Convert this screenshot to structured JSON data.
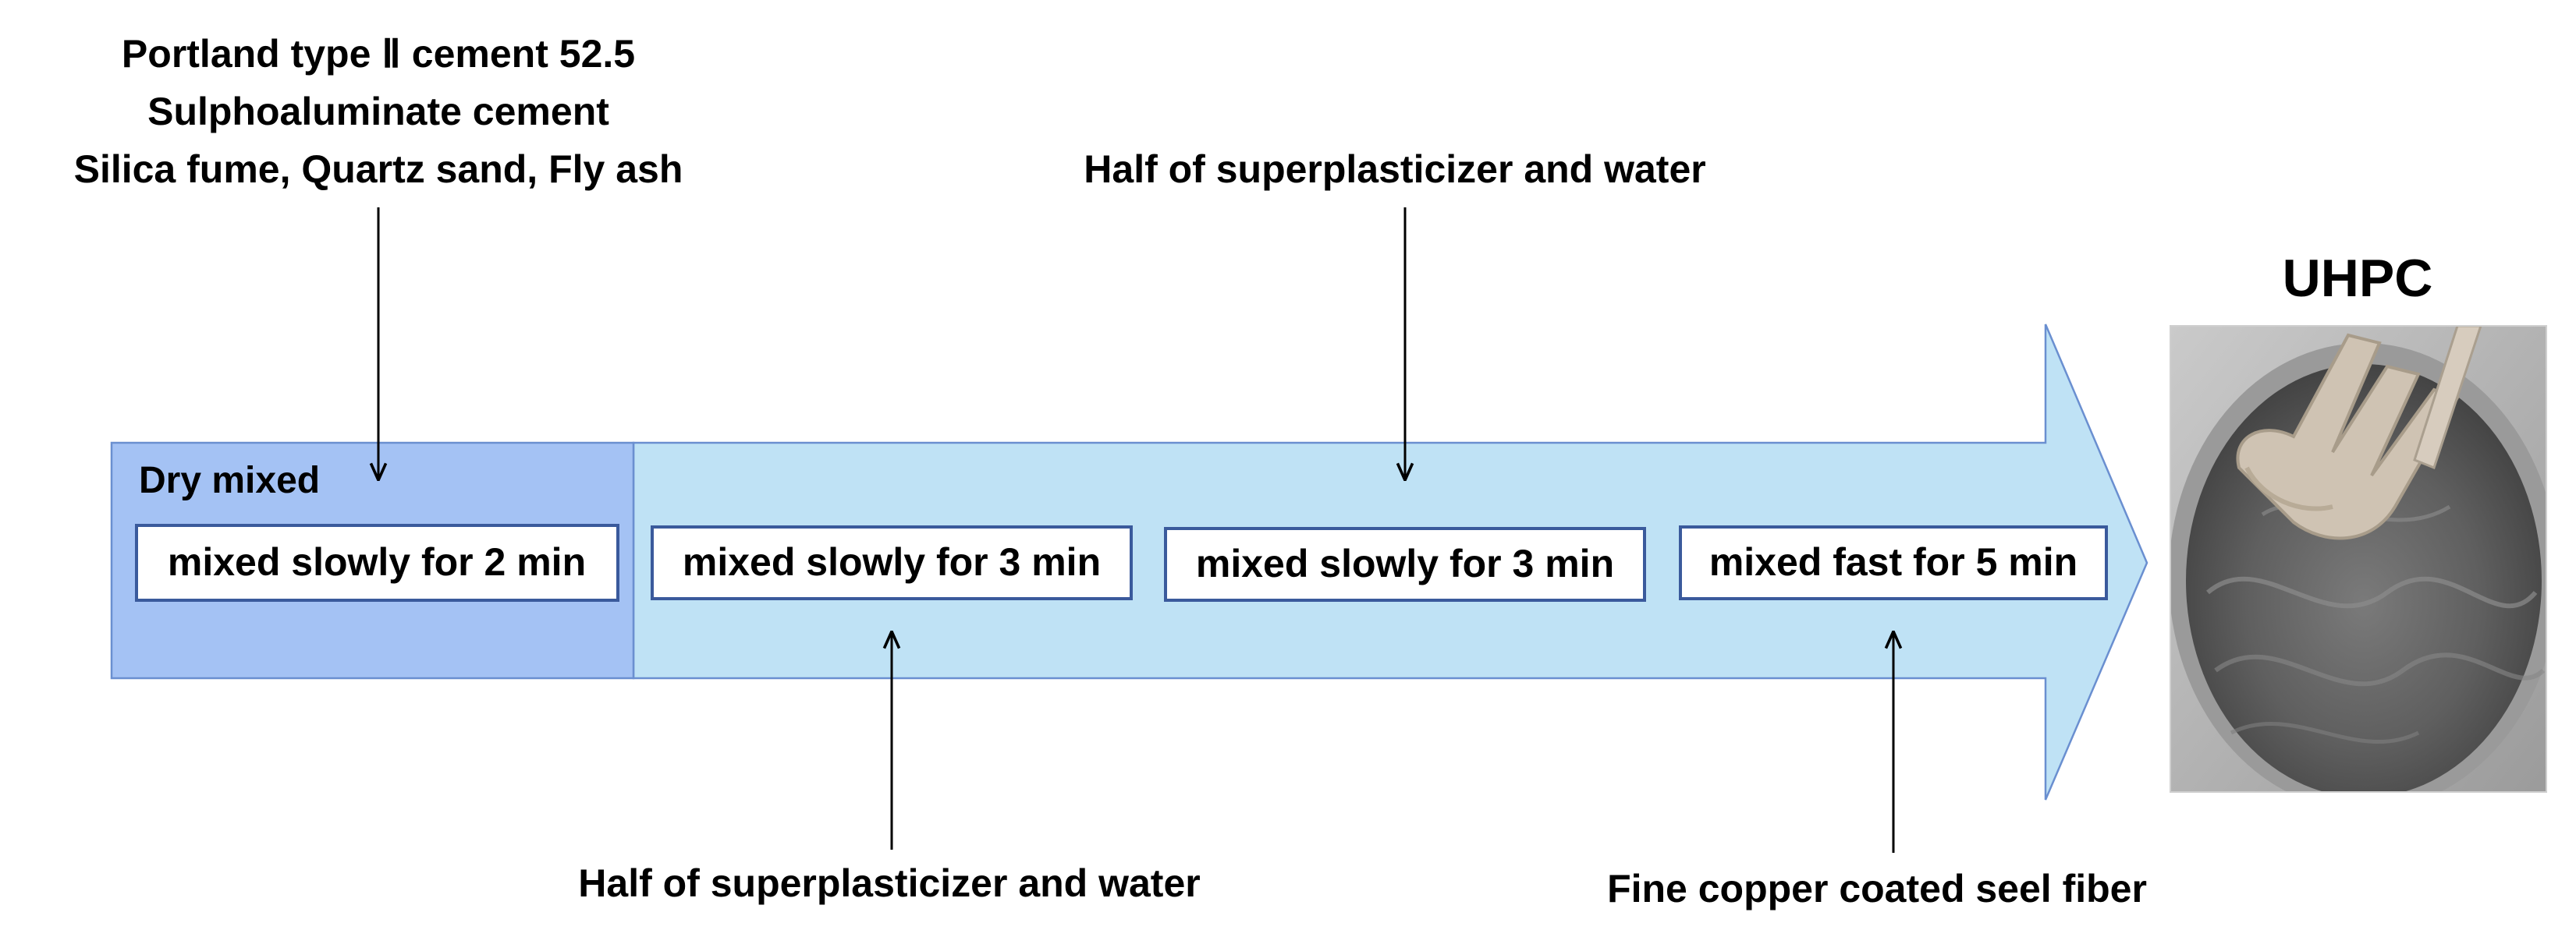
{
  "inputs": {
    "top_left": {
      "line1": "Portland type Ⅱ cement 52.5",
      "line2": "Sulphoaluminate cement",
      "line3": "Silica fume, Quartz sand, Fly ash"
    },
    "top_middle": "Half of superplasticizer and water",
    "bottom_left": "Half of superplasticizer and water",
    "bottom_right": "Fine copper coated seel fiber"
  },
  "stage_label": "Dry mixed",
  "steps": [
    {
      "label": "mixed slowly for 2 min"
    },
    {
      "label": "mixed slowly for 3 min"
    },
    {
      "label": "mixed slowly for 3 min"
    },
    {
      "label": "mixed fast for 5 min"
    }
  ],
  "result_label": "UHPC",
  "colors": {
    "dry_section": "#a4c2f4",
    "arrow_body": "#bfe2f5",
    "arrow_outline": "#6a8fd0",
    "step_border": "#3a5a9c",
    "text": "#000000"
  }
}
